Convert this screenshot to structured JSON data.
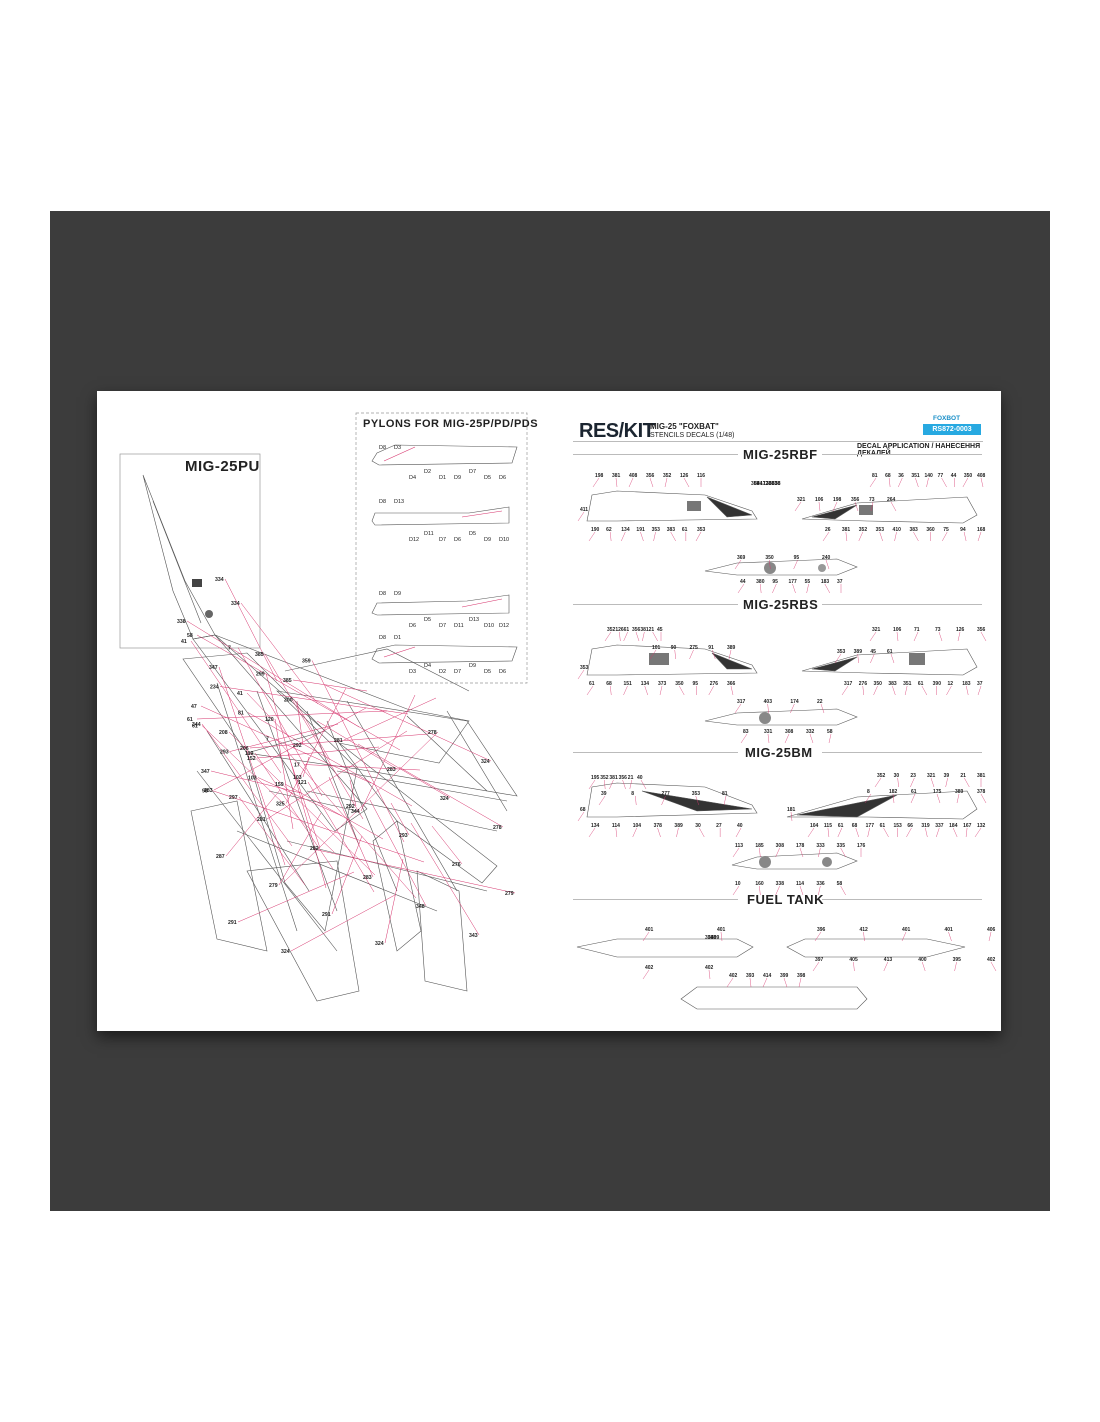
{
  "document": {
    "left_panel": {
      "mig25pu_title": "MIG-25PU",
      "pylons_title": "PYLONS FOR MIG-25P/PD/PDS",
      "pylon_codes": [
        "D8",
        "D3",
        "D4",
        "D2",
        "D1",
        "D9",
        "D7",
        "D5",
        "D6",
        "D8",
        "D13",
        "D12",
        "D11",
        "D7",
        "D6",
        "D5",
        "D9",
        "D10",
        "D8",
        "D9",
        "D6",
        "D5",
        "D7",
        "D11",
        "D13",
        "D10",
        "D12",
        "D8",
        "D1",
        "D3",
        "D4",
        "D2",
        "D7",
        "D9",
        "D5",
        "D6"
      ]
    },
    "header": {
      "brand": "RES/KIT",
      "product": "MIG-25 \"FOXBAT\"",
      "subtitle": "STENCILS DECALS (1/48)",
      "foxbot": "FOXBOT",
      "code": "RS872-0003",
      "decal_application": "DECAL APPLICATION / НАНЕСЕННЯ ДЕКАЛЕЙ"
    },
    "sections": {
      "rbf": "MIG-25RBF",
      "rbs": "MIG-25RBS",
      "bm": "MIG-25BM",
      "fuel": "FUEL TANK"
    },
    "callouts": {
      "pu": [
        "334",
        "334",
        "338",
        "58",
        "41",
        "7",
        "385",
        "359",
        "347",
        "299",
        "385",
        "234",
        "41",
        "200",
        "47",
        "81",
        "120",
        "61",
        "208",
        "7",
        "292",
        "293",
        "152",
        "17",
        "347",
        "103",
        "159",
        "98",
        "297",
        "325",
        "61",
        "206",
        "103",
        "292",
        "293",
        "276",
        "279",
        "291",
        "324",
        "281",
        "283",
        "324",
        "278",
        "287",
        "279",
        "291",
        "324",
        "278",
        "324",
        "283",
        "281",
        "282",
        "283",
        "348",
        "343",
        "344",
        "119",
        "121",
        "344"
      ],
      "rbf": [
        "198",
        "381",
        "408",
        "356",
        "352",
        "126",
        "116",
        "411",
        "190",
        "62",
        "134",
        "191",
        "353",
        "383",
        "61",
        "353",
        "81",
        "68",
        "36",
        "351",
        "140",
        "77",
        "44",
        "350",
        "408",
        "321",
        "106",
        "198",
        "356",
        "73",
        "264",
        "26",
        "381",
        "352",
        "353",
        "410",
        "383",
        "360",
        "75",
        "94",
        "168",
        "369",
        "350",
        "95",
        "240",
        "44",
        "380",
        "95",
        "177",
        "55",
        "183",
        "37",
        "358",
        "89",
        "44",
        "172",
        "138",
        "308",
        "383",
        "330",
        "58"
      ],
      "rbs": [
        "352",
        "126",
        "61",
        "356",
        "381",
        "21",
        "45",
        "101",
        "90",
        "275",
        "91",
        "389",
        "353",
        "61",
        "68",
        "151",
        "134",
        "373",
        "350",
        "95",
        "276",
        "366",
        "321",
        "106",
        "71",
        "73",
        "126",
        "356",
        "353",
        "389",
        "45",
        "61",
        "317",
        "276",
        "350",
        "383",
        "351",
        "61",
        "390",
        "12",
        "183",
        "37",
        "317",
        "403",
        "174",
        "22",
        "83",
        "331",
        "308",
        "332",
        "58"
      ],
      "bm": [
        "195",
        "352",
        "381",
        "356",
        "21",
        "40",
        "39",
        "8",
        "277",
        "353",
        "81",
        "68",
        "181",
        "134",
        "114",
        "104",
        "378",
        "389",
        "30",
        "27",
        "40",
        "352",
        "30",
        "23",
        "321",
        "39",
        "21",
        "381",
        "8",
        "182",
        "61",
        "175",
        "389",
        "378",
        "104",
        "115",
        "61",
        "68",
        "177",
        "61",
        "153",
        "66",
        "319",
        "337",
        "184",
        "167",
        "132",
        "113",
        "185",
        "308",
        "178",
        "333",
        "335",
        "176",
        "10",
        "160",
        "338",
        "114",
        "336",
        "58"
      ],
      "fuel": [
        "401",
        "401",
        "402",
        "402",
        "396",
        "412",
        "401",
        "401",
        "406",
        "397",
        "405",
        "413",
        "400",
        "395",
        "402",
        "402",
        "393",
        "414",
        "399",
        "398",
        "394",
        "398",
        "399"
      ]
    }
  }
}
